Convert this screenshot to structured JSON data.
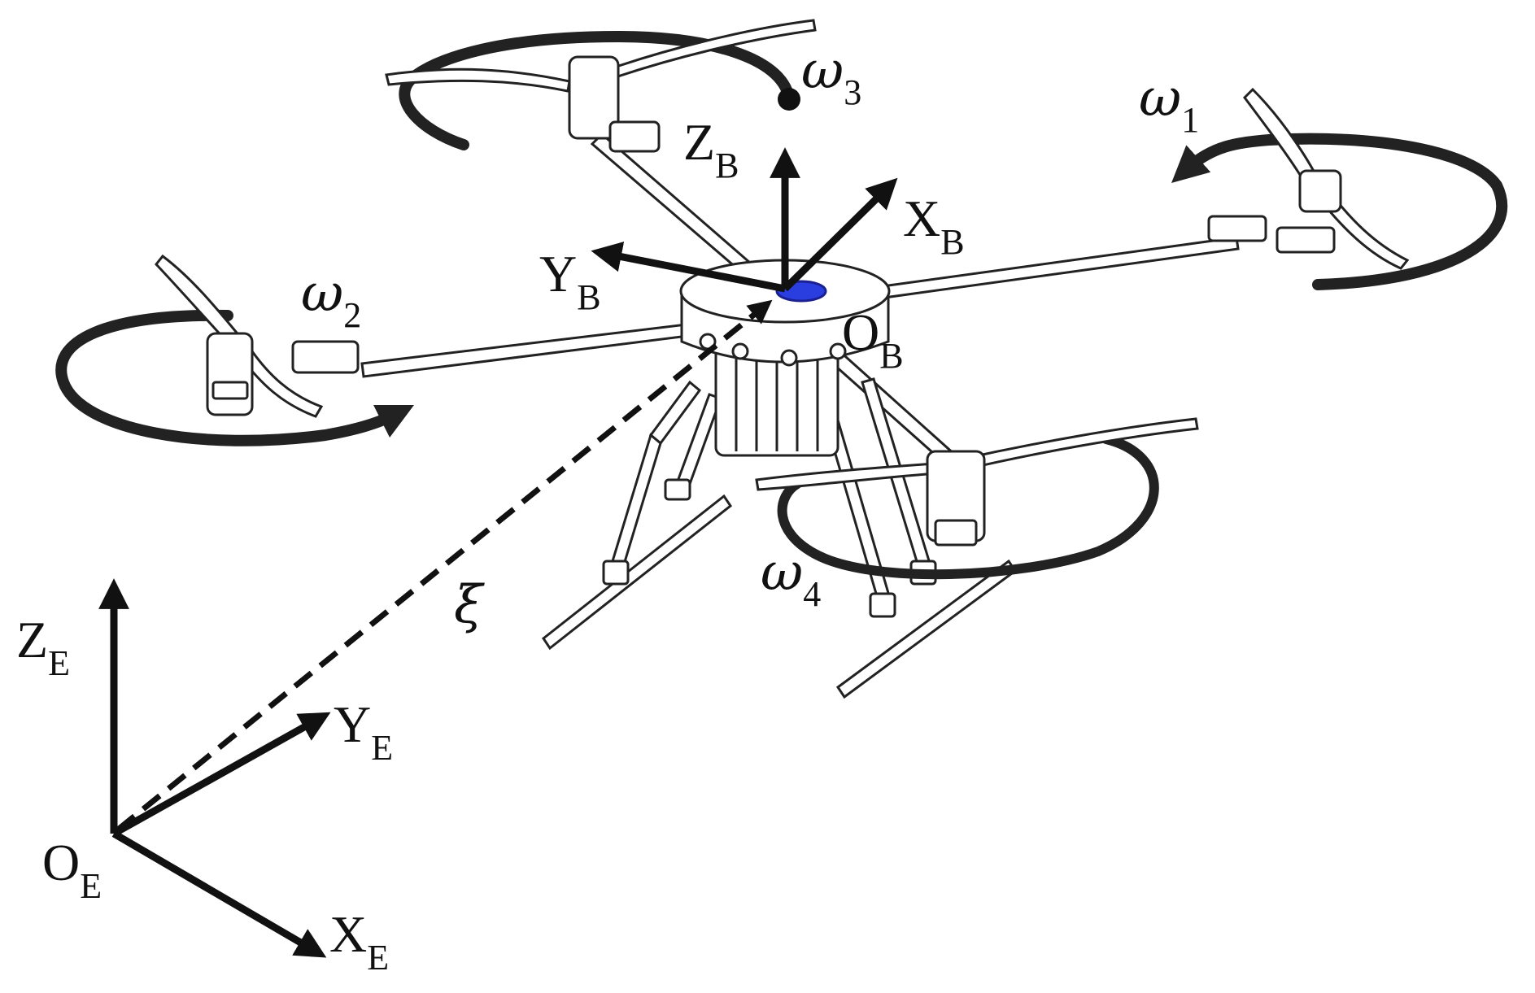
{
  "body_frame": {
    "origin": {
      "main": "O",
      "sub": "B"
    },
    "x_axis": {
      "main": "X",
      "sub": "B"
    },
    "y_axis": {
      "main": "Y",
      "sub": "B"
    },
    "z_axis": {
      "main": "Z",
      "sub": "B"
    }
  },
  "earth_frame": {
    "origin": {
      "main": "O",
      "sub": "E"
    },
    "x_axis": {
      "main": "X",
      "sub": "E"
    },
    "y_axis": {
      "main": "Y",
      "sub": "E"
    },
    "z_axis": {
      "main": "Z",
      "sub": "E"
    }
  },
  "position_vector": {
    "symbol": "ξ"
  },
  "rotor_speeds": [
    {
      "symbol": "ω",
      "sub": "1"
    },
    {
      "symbol": "ω",
      "sub": "2"
    },
    {
      "symbol": "ω",
      "sub": "3"
    },
    {
      "symbol": "ω",
      "sub": "4"
    }
  ],
  "colors": {
    "ink": "#111111",
    "hub_marker": "#2a3ee0",
    "background": "#ffffff"
  }
}
